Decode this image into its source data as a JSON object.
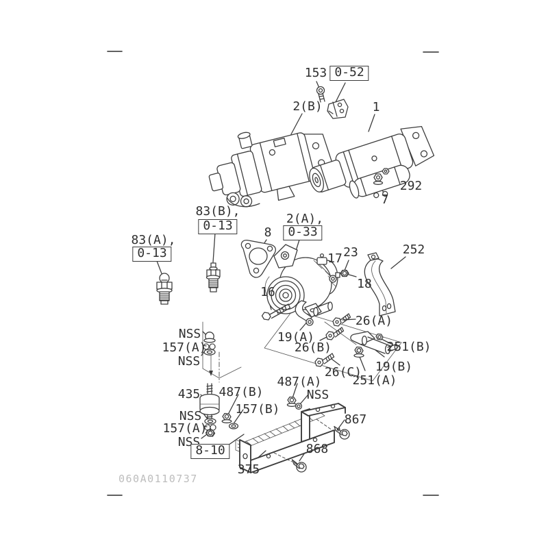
{
  "colors": {
    "background": "#ffffff",
    "line": "#3d3d3d",
    "label_text": "#2f2f2f",
    "footer_code": "#bdbdbd"
  },
  "footer": {
    "drawing_code": "060A0110737"
  },
  "diagram": {
    "description": "Exploded parts diagram: starter motor, generator, sensors, brackets and fasteners",
    "labels": [
      {
        "id": "153",
        "text": "153"
      },
      {
        "id": "ref-0-52",
        "text": "0-52"
      },
      {
        "id": "2b",
        "text": "2(B)"
      },
      {
        "id": "1",
        "text": "1"
      },
      {
        "id": "292",
        "text": "292"
      },
      {
        "id": "7",
        "text": "7"
      },
      {
        "id": "83b",
        "text": "83(B),"
      },
      {
        "id": "ref-0-13-b",
        "text": "0-13"
      },
      {
        "id": "83a",
        "text": "83(A),"
      },
      {
        "id": "ref-0-13-a",
        "text": "0-13"
      },
      {
        "id": "8",
        "text": "8"
      },
      {
        "id": "2a",
        "text": "2(A),"
      },
      {
        "id": "ref-0-33",
        "text": "0-33"
      },
      {
        "id": "17",
        "text": "17"
      },
      {
        "id": "23",
        "text": "23"
      },
      {
        "id": "18",
        "text": "18"
      },
      {
        "id": "252",
        "text": "252"
      },
      {
        "id": "16",
        "text": "16"
      },
      {
        "id": "26a",
        "text": "26(A)"
      },
      {
        "id": "19a",
        "text": "19(A)"
      },
      {
        "id": "26b",
        "text": "26(B)"
      },
      {
        "id": "251b",
        "text": "251(B)"
      },
      {
        "id": "26c",
        "text": "26(C)"
      },
      {
        "id": "19b",
        "text": "19(B)"
      },
      {
        "id": "251a",
        "text": "251(A)"
      },
      {
        "id": "487a",
        "text": "487(A)"
      },
      {
        "id": "nss-1",
        "text": "NSS"
      },
      {
        "id": "nss-2",
        "text": "NSS"
      },
      {
        "id": "157a-1",
        "text": "157(A)"
      },
      {
        "id": "nss-3",
        "text": "NSS"
      },
      {
        "id": "435",
        "text": "435"
      },
      {
        "id": "487b",
        "text": "487(B)"
      },
      {
        "id": "157b",
        "text": "157(B)"
      },
      {
        "id": "nss-4",
        "text": "NSS"
      },
      {
        "id": "157a-2",
        "text": "157(A)"
      },
      {
        "id": "nss-5",
        "text": "NSS"
      },
      {
        "id": "ref-8-10",
        "text": "8-10"
      },
      {
        "id": "867",
        "text": "867"
      },
      {
        "id": "868",
        "text": "868"
      },
      {
        "id": "375",
        "text": "375"
      }
    ]
  }
}
